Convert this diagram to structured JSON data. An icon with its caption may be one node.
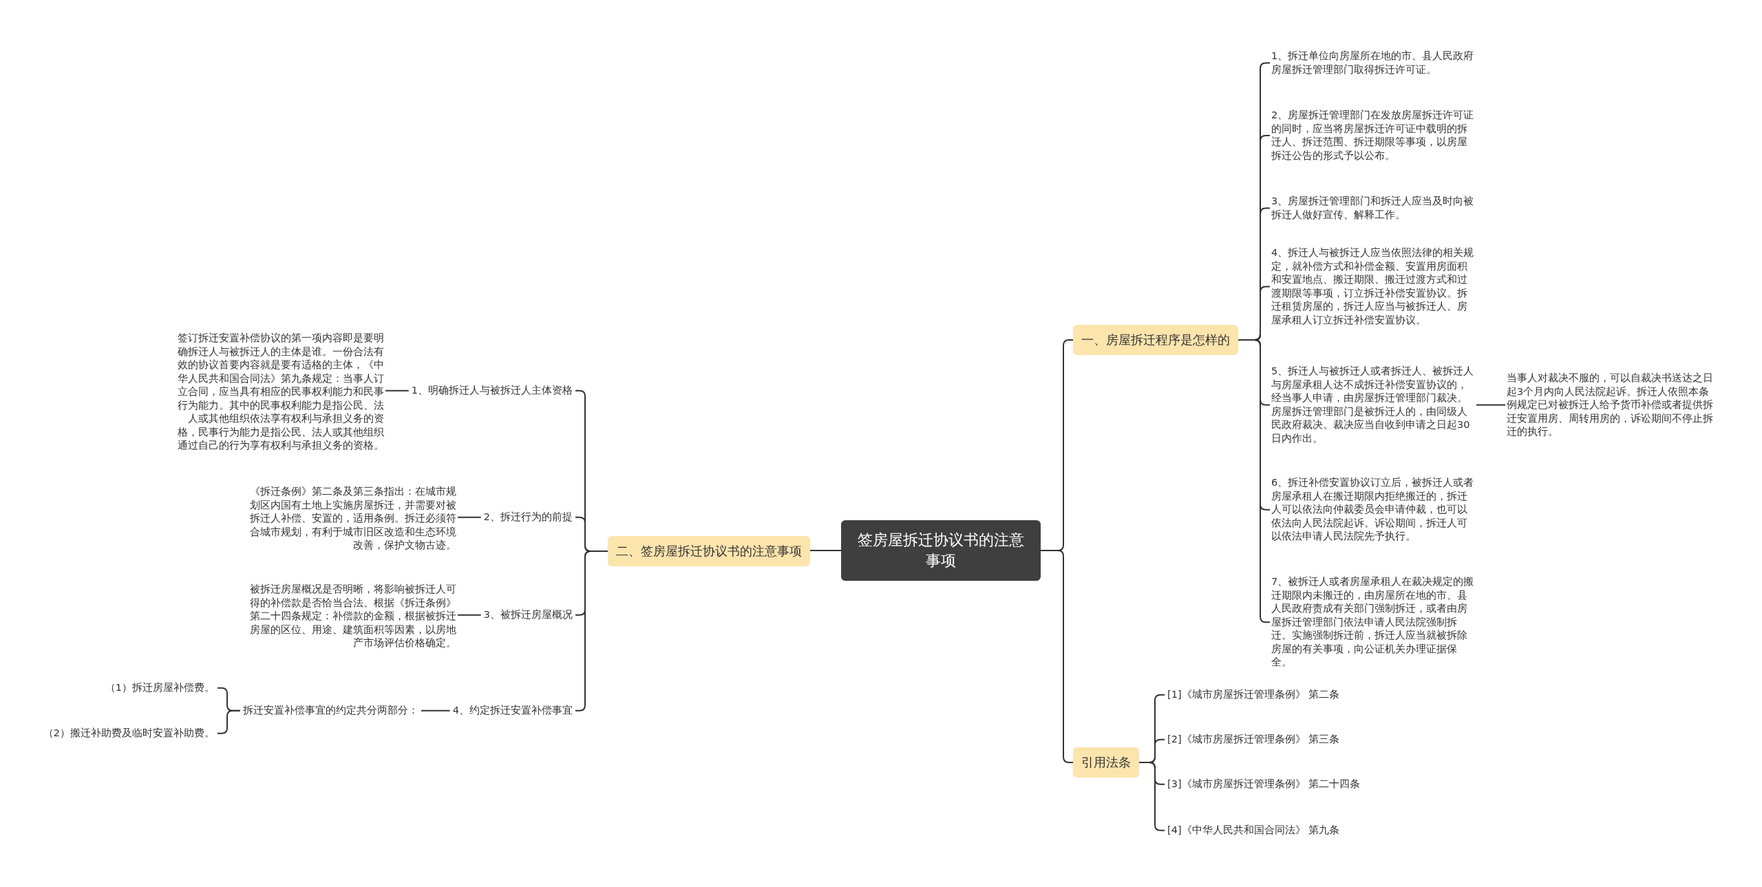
{
  "diagram": {
    "nodes": [
      {
        "text": [
          "签房屋拆迁协议书的注意事项"
        ]
      },
      {
        "text": [
          "一、房屋拆迁程序是怎样的"
        ]
      },
      {
        "text": [
          "1、拆迁单位向房屋所在地的市、县人民政府房屋拆迁管理部门取得拆迁许可证。"
        ]
      },
      {
        "text": [
          "2、房屋拆迁管理部门在发放房屋拆迁许可证的同时，应当将房屋拆迁许可证中载明的拆迁人、拆迁范围、拆迁期限等事项，以房屋拆迁公告的形式予以公布。"
        ]
      },
      {
        "text": [
          "3、房屋拆迁管理部门和拆迁人应当及时向被拆迁人做好宣传、解释工作。"
        ]
      },
      {
        "text": [
          "4、拆迁人与被拆迁人应当依照法律的相关规定，就补偿方式和补偿金额、安置用房面积和安置地点、搬迁期限、搬迁过渡方式和过渡期限等事项，订立拆迁补偿安置协议。拆迁租赁房屋的，拆迁人应当与被拆迁人、房屋承租人订立拆迁补偿安置协议。"
        ]
      },
      {
        "text": [
          "5、拆迁人与被拆迁人或者拆迁人、被拆迁人与房屋承租人达不成拆迁补偿安置协议的，经当事人申请，由房屋拆迁管理部门裁决。房屋拆迁管理部门是被拆迁人的，由同级人民政府裁决。裁决应当自收到申请之日起30日内作出。"
        ]
      },
      {
        "text": [
          "6、拆迁补偿安置协议订立后，被拆迁人或者房屋承租人在搬迁期限内拒绝搬迁的，拆迁人可以依法向仲裁委员会申请仲裁，也可以依法向人民法院起诉。诉讼期间，拆迁人可以依法申请人民法院先予执行。"
        ]
      },
      {
        "text": [
          "7、被拆迁人或者房屋承租人在裁决规定的搬迁期限内未搬迁的，由房屋所在地的市、县人民政府责成有关部门强制拆迁，或者由房屋拆迁管理部门依法申请人民法院强制拆迁。实施强制拆迁前，拆迁人应当就被拆除房屋的有关事项，向公证机关办理证据保全。"
        ]
      },
      {
        "text": [
          "当事人对裁决不服的，可以自裁决书送达之日起3个月内向人民法院起诉。拆迁人依照本条例规定已对被拆迁人给予货币补偿或者提供拆迁安置用房、周转用房的，诉讼期间不停止拆迁的执行。"
        ]
      },
      {
        "text": [
          "引用法条"
        ]
      },
      {
        "text": [
          "[1]《城市房屋拆迁管理条例》 第二条"
        ]
      },
      {
        "text": [
          "[2]《城市房屋拆迁管理条例》 第三条"
        ]
      },
      {
        "text": [
          "[3]《城市房屋拆迁管理条例》 第二十四条"
        ]
      },
      {
        "text": [
          "[4]《中华人民共和国合同法》 第九条"
        ]
      },
      {
        "text": [
          "二、签房屋拆迁协议书的注意事项"
        ]
      },
      {
        "text": [
          "1、明确拆迁人与被拆迁人主体资格"
        ]
      },
      {
        "text": [
          "签订拆迁安置补偿协议的第一项内容即是要明确拆迁人与被拆迁人的主体是谁。一份合法有效的协议首要内容就是要有适格的主体，《中华人民共和国合同法》第九条规定：当事人订立合同，应当具有相应的民事权利能力和民事行为能力。其中的民事权利能力是指公民、法人或其他组织依法享有权利与承担义务的资格，民事行为能力是指公民、法人或其他组织通过自己的行为享有权利与承担义务的资格。"
        ]
      },
      {
        "text": [
          "2、拆迁行为的前提"
        ]
      },
      {
        "text": [
          "《拆迁条例》第二条及第三条指出：在城市规划区内国有土地上实施房屋拆迁，并需要对被拆迁人补偿、安置的，适用条例。拆迁必须符合城市规划，有利于城市旧区改造和生态环境改善，保护文物古迹。"
        ]
      },
      {
        "text": [
          "3、被拆迁房屋概况"
        ]
      },
      {
        "text": [
          "被拆迁房屋概况是否明晰，将影响被拆迁人可得的补偿款是否恰当合法。根据《拆迁条例》第二十四条规定：补偿款的金额，根据被拆迁房屋的区位、用途、建筑面积等因素，以房地产市场评估价格确定。"
        ]
      },
      {
        "text": [
          "4、约定拆迁安置补偿事宜"
        ]
      },
      {
        "text": [
          "拆迁安置补偿事宜的约定共分两部分："
        ]
      },
      {
        "text": [
          "（1）拆迁房屋补偿费。"
        ]
      },
      {
        "text": [
          "（2）搬迁补助费及临时安置补助费。"
        ]
      }
    ],
    "edges": [
      {
        "from": 0,
        "to": 1,
        "arrow": "none"
      },
      {
        "from": 1,
        "to": 2,
        "arrow": "none"
      },
      {
        "from": 1,
        "to": 3,
        "arrow": "none"
      },
      {
        "from": 1,
        "to": 4,
        "arrow": "none"
      },
      {
        "from": 1,
        "to": 5,
        "arrow": "none"
      },
      {
        "from": 1,
        "to": 6,
        "arrow": "none"
      },
      {
        "from": 1,
        "to": 7,
        "arrow": "none"
      },
      {
        "from": 1,
        "to": 8,
        "arrow": "none"
      },
      {
        "from": 6,
        "to": 9,
        "arrow": "none"
      },
      {
        "from": 0,
        "to": 10,
        "arrow": "none"
      },
      {
        "from": 10,
        "to": 11,
        "arrow": "none"
      },
      {
        "from": 10,
        "to": 12,
        "arrow": "none"
      },
      {
        "from": 10,
        "to": 13,
        "arrow": "none"
      },
      {
        "from": 10,
        "to": 14,
        "arrow": "none"
      },
      {
        "from": 0,
        "to": 15,
        "arrow": "none"
      },
      {
        "from": 15,
        "to": 16,
        "arrow": "none"
      },
      {
        "from": 16,
        "to": 17,
        "arrow": "none"
      },
      {
        "from": 15,
        "to": 18,
        "arrow": "none"
      },
      {
        "from": 18,
        "to": 19,
        "arrow": "none"
      },
      {
        "from": 15,
        "to": 20,
        "arrow": "none"
      },
      {
        "from": 20,
        "to": 21,
        "arrow": "none"
      },
      {
        "from": 15,
        "to": 22,
        "arrow": "none"
      },
      {
        "from": 22,
        "to": 23,
        "arrow": "none"
      },
      {
        "from": 23,
        "to": 24,
        "arrow": "none"
      },
      {
        "from": 23,
        "to": 25,
        "arrow": "none"
      }
    ]
  }
}
